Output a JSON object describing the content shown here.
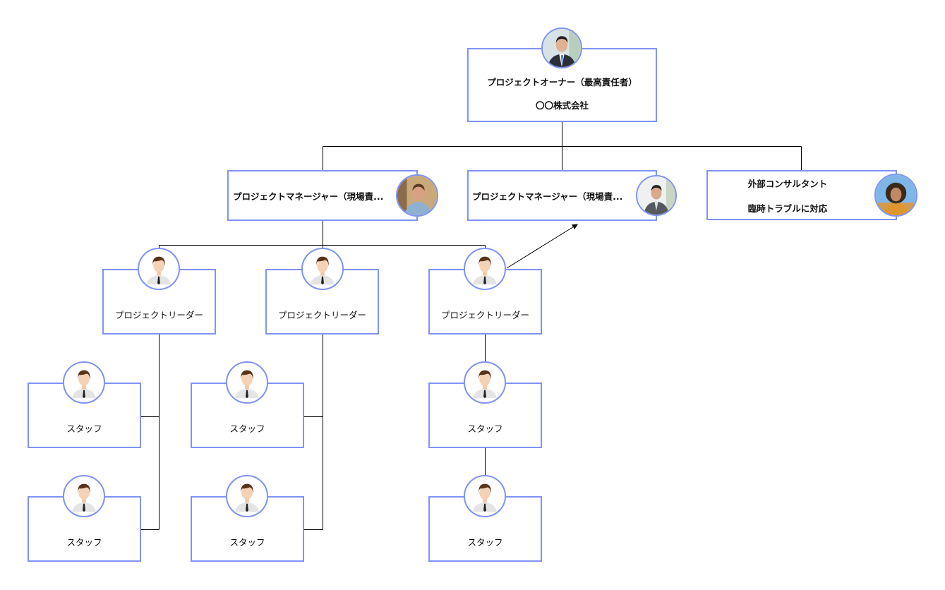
{
  "owner": {
    "title": "プロジェクトオーナー（最高責任者）",
    "subtitle": "〇〇株式会社"
  },
  "managers": [
    {
      "title": "プロジェクトマネージャー（現場責..."
    },
    {
      "title": "プロジェクトマネージャー（現場責..."
    }
  ],
  "consultant": {
    "title": "外部コンサルタント",
    "subtitle": "臨時トラブルに対応"
  },
  "leaders": [
    {
      "title": "プロジェクトリーダー"
    },
    {
      "title": "プロジェクトリーダー"
    },
    {
      "title": "プロジェクトリーダー"
    }
  ],
  "staff": [
    {
      "title": "スタッフ"
    },
    {
      "title": "スタッフ"
    },
    {
      "title": "スタッフ"
    },
    {
      "title": "スタッフ"
    },
    {
      "title": "スタッフ"
    },
    {
      "title": "スタッフ"
    }
  ],
  "colors": {
    "border": "#7f93f5",
    "line": "#000000"
  }
}
